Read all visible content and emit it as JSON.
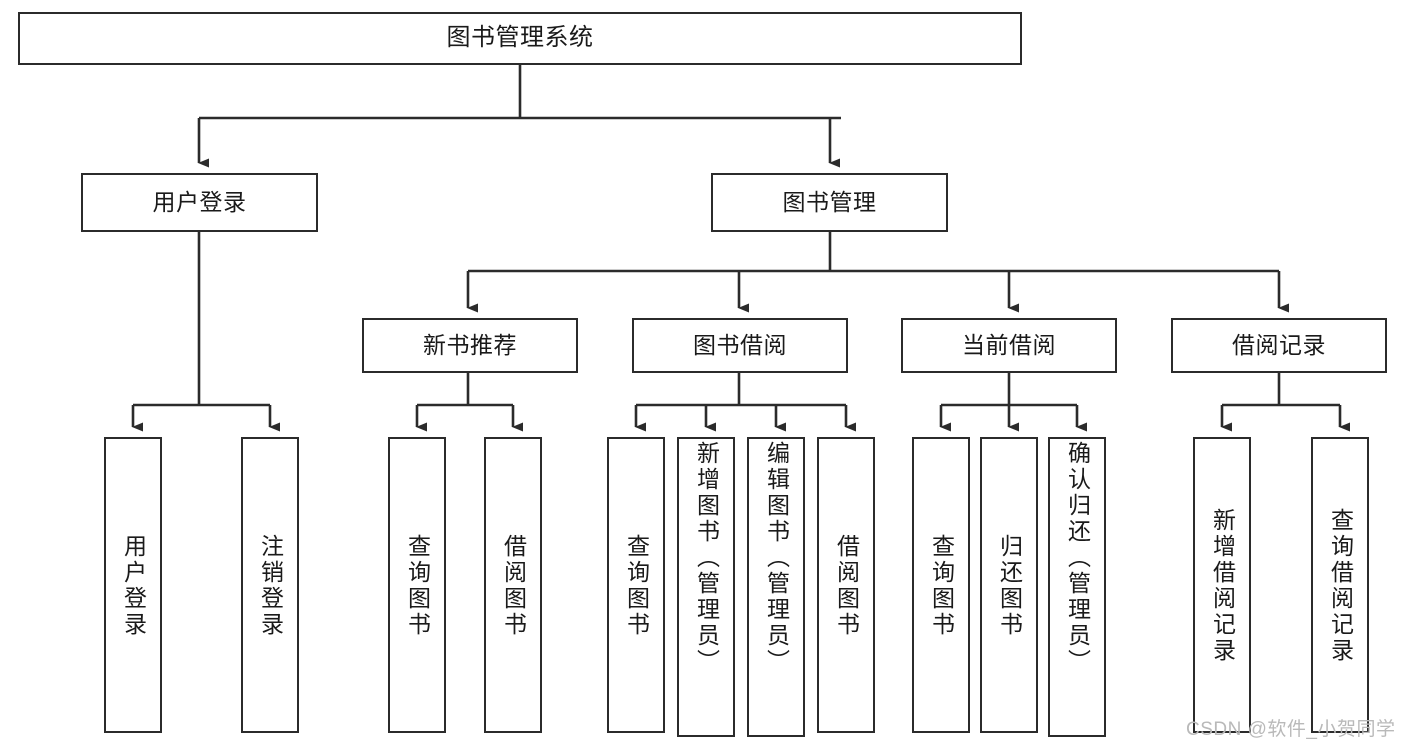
{
  "diagram": {
    "type": "tree-hierarchy",
    "title": "图书管理系统",
    "root": {
      "label": "图书管理系统"
    },
    "level2": [
      {
        "label": "用户登录"
      },
      {
        "label": "图书管理"
      }
    ],
    "level3": [
      {
        "label": "新书推荐"
      },
      {
        "label": "图书借阅"
      },
      {
        "label": "当前借阅"
      },
      {
        "label": "借阅记录"
      }
    ],
    "leaves": {
      "user_login": [
        {
          "label": "用户登录"
        },
        {
          "label": "注销登录"
        }
      ],
      "new_book_recommend": [
        {
          "label": "查询图书"
        },
        {
          "label": "借阅图书"
        }
      ],
      "book_borrow": [
        {
          "label": "查询图书"
        },
        {
          "label": "新增图书（管理员）"
        },
        {
          "label": "编辑图书（管理员）"
        },
        {
          "label": "借阅图书"
        }
      ],
      "current_borrow": [
        {
          "label": "查询图书"
        },
        {
          "label": "归还图书"
        },
        {
          "label": "确认归还（管理员）"
        }
      ],
      "borrow_record": [
        {
          "label": "新增借阅记录"
        },
        {
          "label": "查询借阅记录"
        }
      ]
    }
  },
  "watermark": {
    "text": "CSDN @软件_小贺同学"
  },
  "colors": {
    "stroke": "#2b2b2b",
    "background": "#ffffff",
    "text": "#1a1a1a",
    "watermark": "#b9b9b9"
  }
}
